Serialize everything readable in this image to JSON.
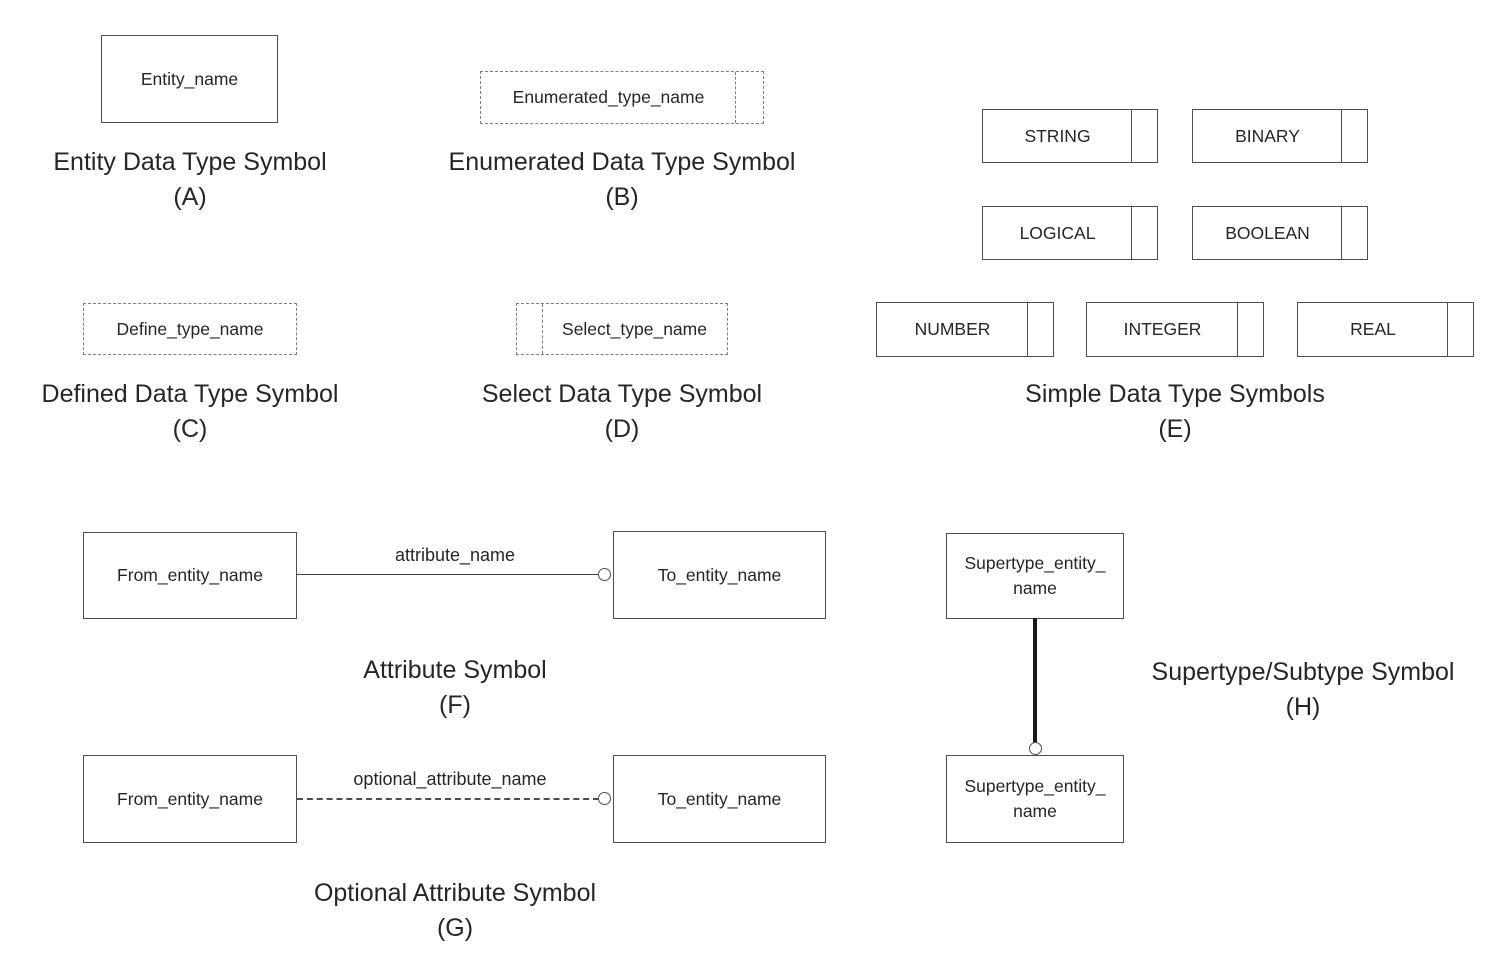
{
  "colors": {
    "background": "#ffffff",
    "text": "#262626",
    "solid_border": "#4d4d4d",
    "dashed_border": "#7f7f7f",
    "connector": "#444444",
    "thick_connector": "#1a1a1a"
  },
  "entity": {
    "box_label": "Entity_name",
    "caption": "Entity Data Type Symbol",
    "letter": "(A)"
  },
  "enumerated": {
    "box_label": "Enumerated_type_name",
    "caption": "Enumerated Data Type Symbol",
    "letter": "(B)"
  },
  "defined": {
    "box_label": "Define_type_name",
    "caption": "Defined Data Type Symbol",
    "letter": "(C)"
  },
  "select": {
    "box_label": "Select_type_name",
    "caption": "Select Data Type Symbol",
    "letter": "(D)"
  },
  "simple": {
    "caption": "Simple Data Type Symbols",
    "letter": "(E)",
    "types": [
      "STRING",
      "BINARY",
      "LOGICAL",
      "BOOLEAN",
      "NUMBER",
      "INTEGER",
      "REAL"
    ]
  },
  "attribute": {
    "from_box": "From_entity_name",
    "to_box": "To_entity_name",
    "line_label": "attribute_name",
    "caption": "Attribute Symbol",
    "letter": "(F)"
  },
  "optional_attribute": {
    "from_box": "From_entity_name",
    "to_box": "To_entity_name",
    "line_label": "optional_attribute_name",
    "caption": "Optional Attribute Symbol",
    "letter": "(G)"
  },
  "supertype_subtype": {
    "top_box_line1": "Supertype_entity_",
    "top_box_line2": "name",
    "bottom_box_line1": "Supertype_entity_",
    "bottom_box_line2": "name",
    "caption": "Supertype/Subtype Symbol",
    "letter": "(H)"
  }
}
